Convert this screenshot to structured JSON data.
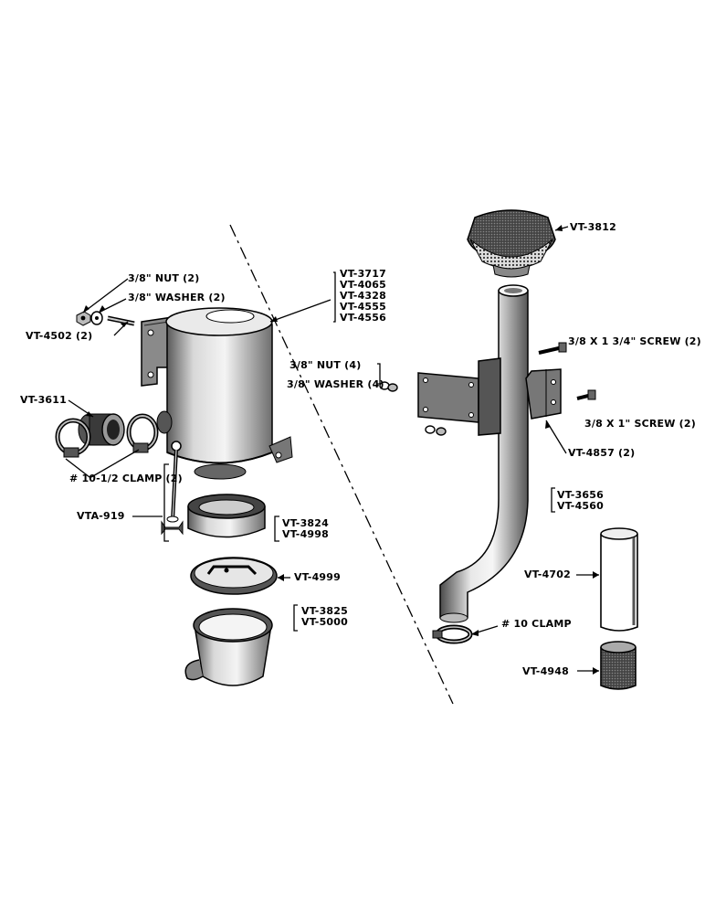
{
  "labels": {
    "nut_2": "3/8\" NUT (2)",
    "washer_2": "3/8\" WASHER (2)",
    "vt4502": "VT-4502 (2)",
    "vt3611": "VT-3611",
    "clamp_10_half": "# 10-1/2 CLAMP (2)",
    "vta919": "VTA-919",
    "cleaner_parts": [
      "VT-3717",
      "VT-4065",
      "VT-4328",
      "VT-4555",
      "VT-4556"
    ],
    "nut_4": "3/8\" NUT (4)",
    "washer_4": "3/8\" WASHER (4)",
    "cup_a": "VT-3824",
    "cup_b": "VT-4998",
    "vt4999": "VT-4999",
    "bowl_a": "VT-3825",
    "bowl_b": "VT-5000",
    "vt3812": "VT-3812",
    "screw_a": "3/8 X 1 3/4\" SCREW (2)",
    "screw_b": "3/8 X 1\" SCREW (2)",
    "vt4857": "VT-4857 (2)",
    "pipe_a": "VT-3656",
    "pipe_b": "VT-4560",
    "vt4702": "VT-4702",
    "clamp_10": "# 10 CLAMP",
    "vt4948": "VT-4948"
  }
}
